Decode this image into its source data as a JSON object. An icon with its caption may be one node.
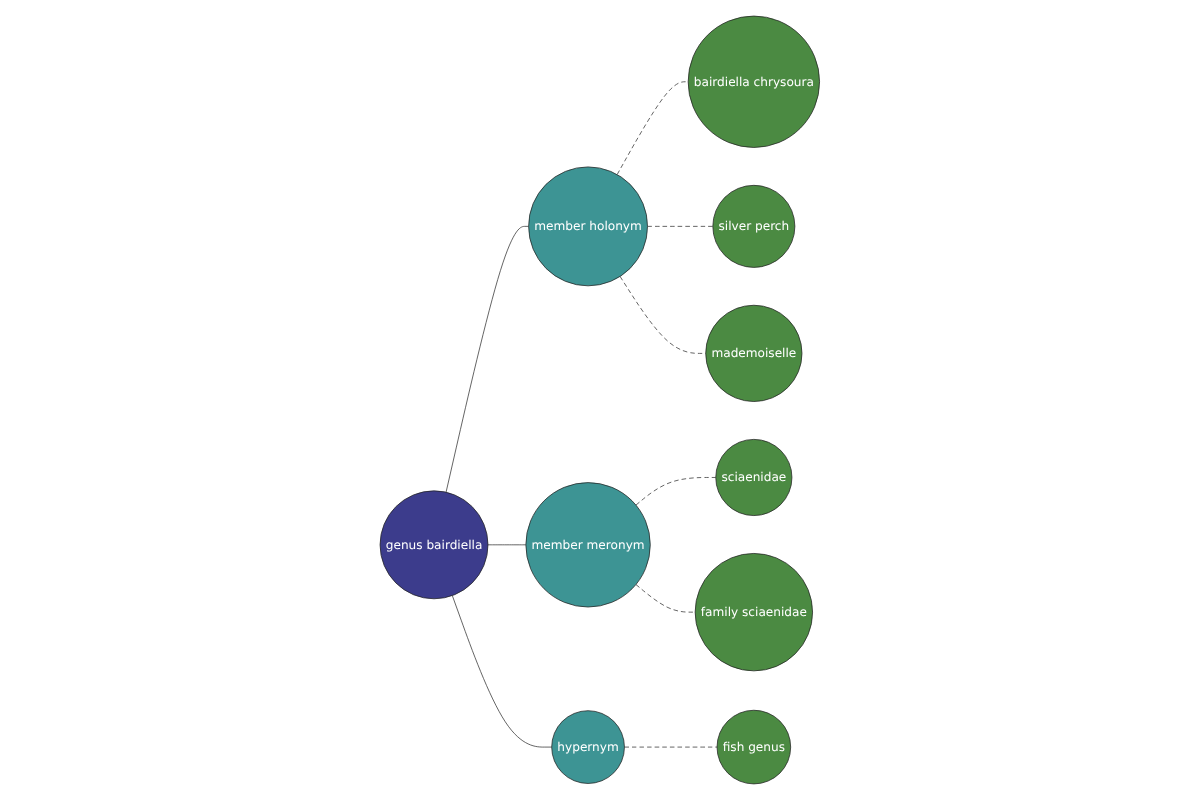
{
  "diagram": {
    "nodes": [
      {
        "text": [
          "genus bairdiella"
        ]
      },
      {
        "text": [
          "member holonym"
        ]
      },
      {
        "text": [
          "bairdiella chrysoura"
        ]
      },
      {
        "text": [
          "silver perch"
        ]
      },
      {
        "text": [
          "mademoiselle"
        ]
      },
      {
        "text": [
          "member meronym"
        ]
      },
      {
        "text": [
          "sciaenidae"
        ]
      },
      {
        "text": [
          "family sciaenidae"
        ]
      },
      {
        "text": [
          "hypernym"
        ]
      },
      {
        "text": [
          "fish genus"
        ]
      }
    ],
    "edges": [
      {
        "from": 0,
        "to": 1,
        "arrow": "none"
      },
      {
        "from": 1,
        "to": 2,
        "arrow": "none",
        "style": "dashed"
      },
      {
        "from": 1,
        "to": 3,
        "arrow": "none",
        "style": "dashed"
      },
      {
        "from": 1,
        "to": 4,
        "arrow": "none",
        "style": "dashed"
      },
      {
        "from": 0,
        "to": 5,
        "arrow": "none"
      },
      {
        "from": 5,
        "to": 6,
        "arrow": "none",
        "style": "dashed"
      },
      {
        "from": 5,
        "to": 7,
        "arrow": "none",
        "style": "dashed"
      },
      {
        "from": 0,
        "to": 8,
        "arrow": "none"
      },
      {
        "from": 8,
        "to": 9,
        "arrow": "none",
        "style": "dashed"
      }
    ]
  }
}
